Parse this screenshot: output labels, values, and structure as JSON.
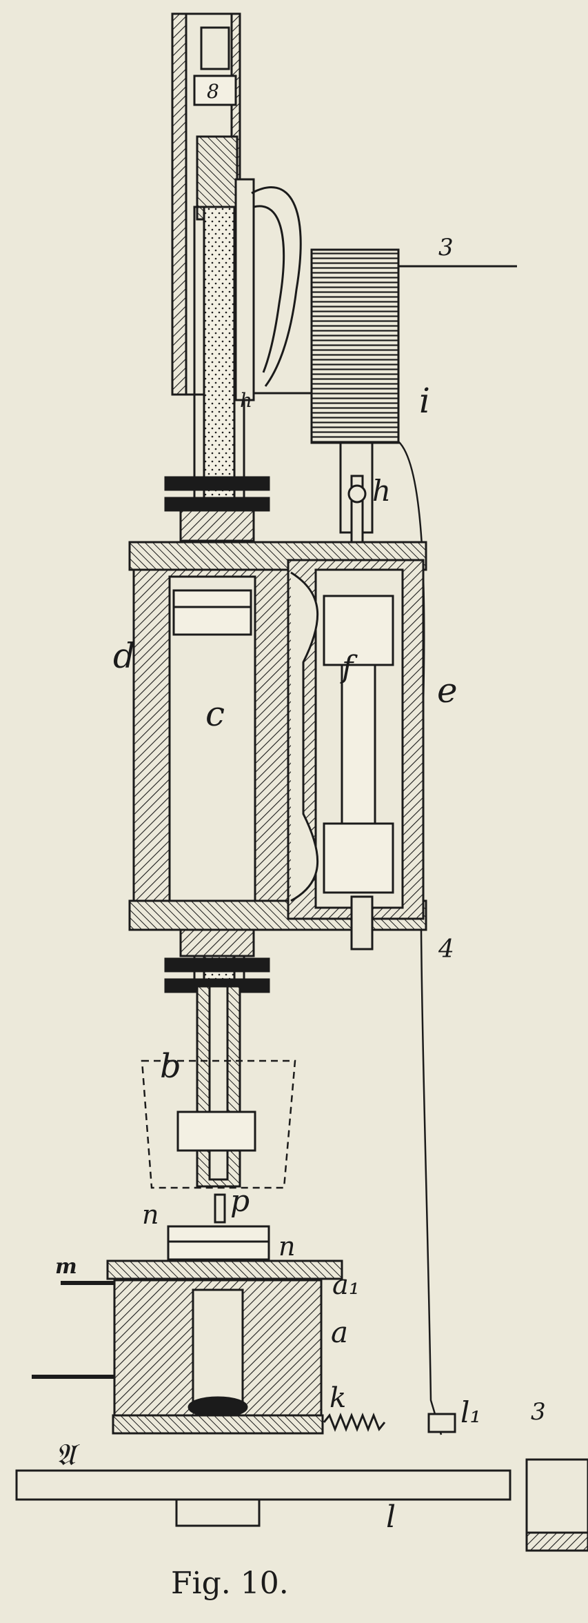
{
  "figure": {
    "caption": "Fig. 10.",
    "top_box_char": "8",
    "labels": {
      "wire_3_top": "3",
      "i": "i",
      "h_upper": "h",
      "h_lower": "h",
      "d": "d",
      "c": "c",
      "f": "f",
      "e": "e",
      "wire_4": "4",
      "b": "b",
      "n_left": "n",
      "p": "p",
      "n_right": "n",
      "m": "m",
      "a1": "a₁",
      "a": "a",
      "A": "𝔄",
      "k": "k",
      "l1": "l₁",
      "wire_3_bottom": "3",
      "l": "l"
    }
  },
  "colors": {
    "paper": "#ece9da",
    "ink": "#1b1b1b"
  }
}
